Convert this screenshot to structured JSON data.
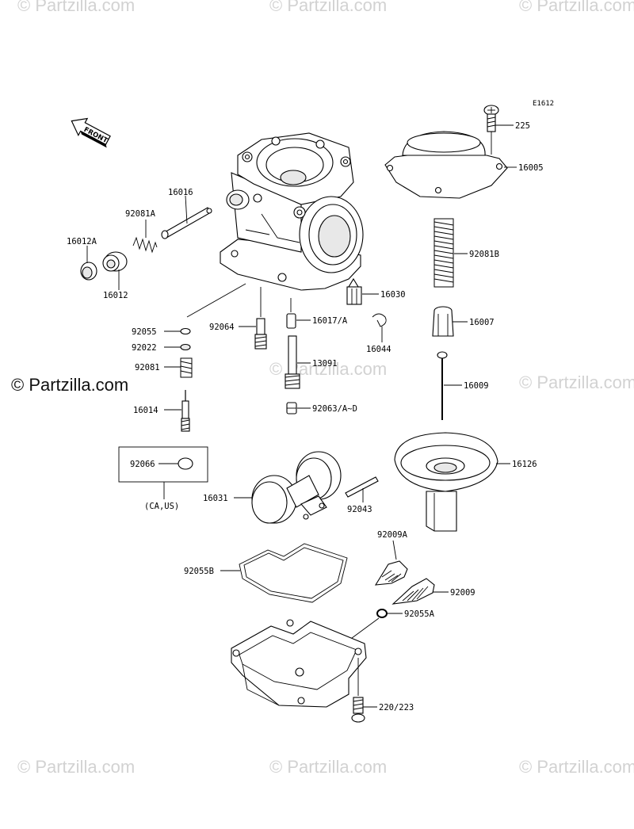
{
  "figure_code": "E1612",
  "front_label": "FRONT",
  "region_note": "(CA,US)",
  "watermarks": {
    "text": "© Partzilla.com",
    "strong_text": "© Partzilla.com"
  },
  "parts": {
    "p225": "225",
    "p16005": "16005",
    "p16016": "16016",
    "p92081A": "92081A",
    "p16012A": "16012A",
    "p16012": "16012",
    "p92081B": "92081B",
    "p16030": "16030",
    "p92055": "92055",
    "p92064": "92064",
    "p16017A": "16017/A",
    "p16007": "16007",
    "p92022": "92022",
    "p16044": "16044",
    "p92081": "92081",
    "p13091": "13091",
    "p16009": "16009",
    "p16014": "16014",
    "p92063": "92063/A~D",
    "p92066": "92066",
    "p16126": "16126",
    "p16031": "16031",
    "p92043": "92043",
    "p92009A": "92009A",
    "p92055B": "92055B",
    "p92009": "92009",
    "p92055A": "92055A",
    "p220": "220/223"
  }
}
